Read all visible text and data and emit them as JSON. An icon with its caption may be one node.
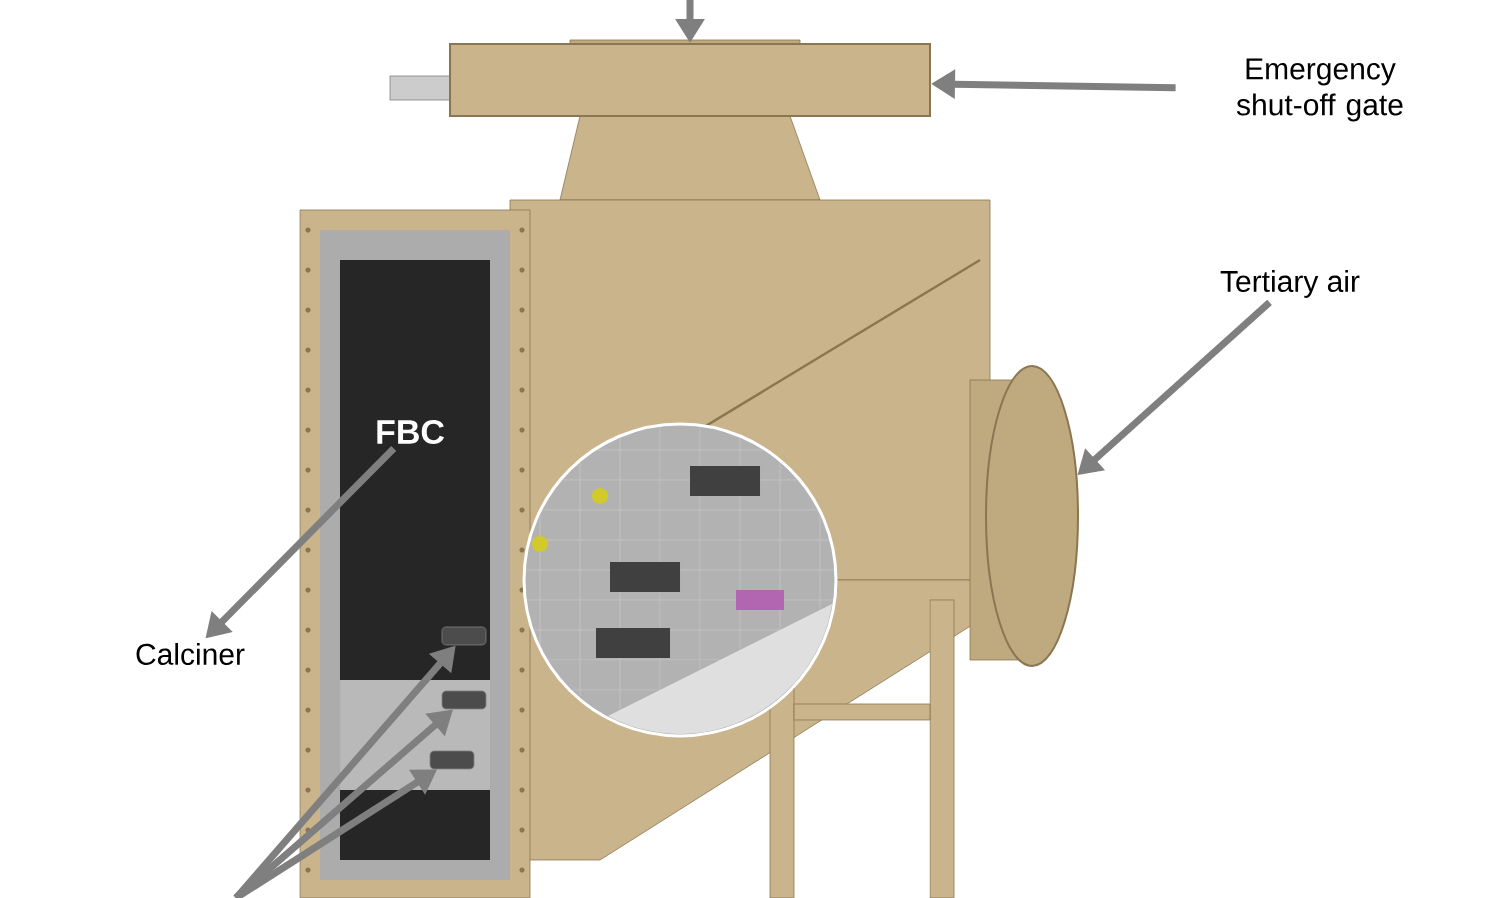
{
  "diagram": {
    "nodes": [
      {
        "text": [
          "Emergency shut-off gate"
        ]
      },
      {
        "text": [],
        "shape": "box"
      },
      {
        "text": [
          "Tertiary air"
        ]
      },
      {
        "text": [],
        "shape": "circle"
      },
      {
        "text": [
          "FBC"
        ]
      },
      {
        "text": [
          "Calciner"
        ]
      },
      {
        "text": [],
        "shape": "box"
      },
      {
        "text": [],
        "shape": "box"
      },
      {
        "text": [],
        "shape": "box"
      }
    ],
    "edges": [
      {
        "from": 0,
        "to": 1,
        "arrow": "to"
      },
      {
        "from": 2,
        "to": 3,
        "arrow": "to"
      },
      {
        "from": 4,
        "to": 5,
        "arrow": "to"
      },
      {
        "from": null,
        "to": 1,
        "arrow": "to"
      },
      {
        "from": null,
        "to": 6,
        "arrow": "to"
      },
      {
        "from": null,
        "to": 7,
        "arrow": "to"
      },
      {
        "from": null,
        "to": 8,
        "arrow": "to"
      }
    ]
  }
}
